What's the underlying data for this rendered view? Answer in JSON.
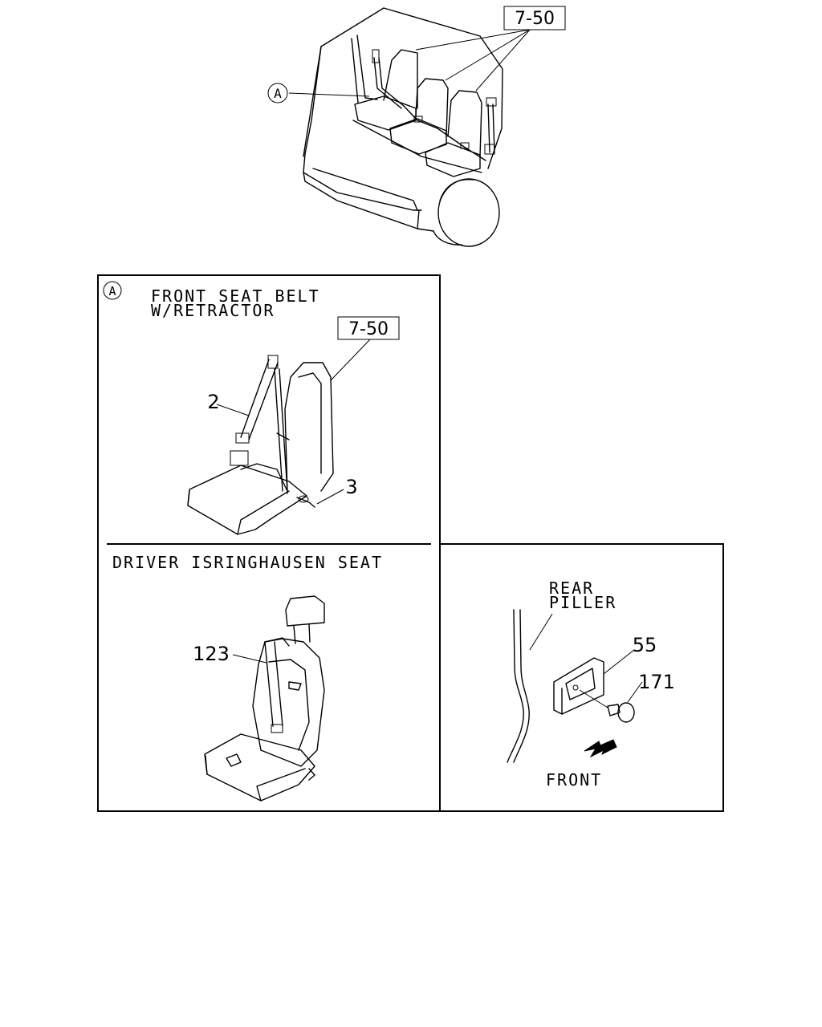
{
  "overview": {
    "ref_box": "7-50",
    "callout": "A"
  },
  "panel_a": {
    "callout": "A",
    "title_line1": "FRONT SEAT BELT",
    "title_line2": "W/RETRACTOR",
    "ref_box": "7-50",
    "part_belt": "2",
    "part_buckle": "3"
  },
  "panel_driver": {
    "title": "DRIVER ISRINGHAUSEN SEAT",
    "part_belt": "123"
  },
  "panel_pillar": {
    "label_line1": "REAR",
    "label_line2": "PILLER",
    "part_cover": "55",
    "part_bolt": "171",
    "direction": "FRONT"
  }
}
